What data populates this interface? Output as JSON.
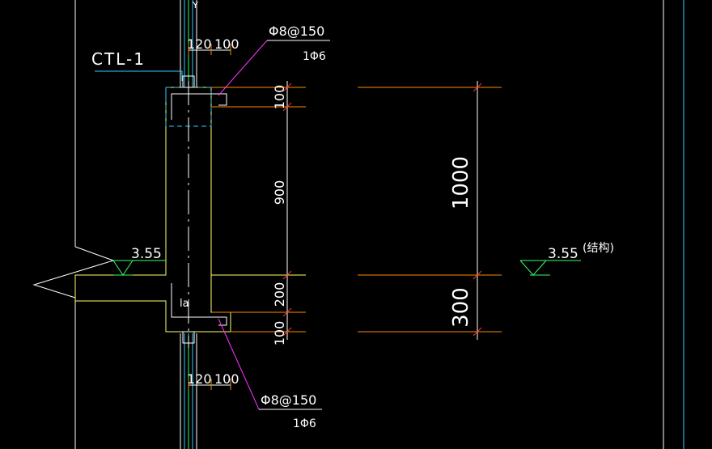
{
  "drawing": {
    "member_label": "CTL-1",
    "cover_top": {
      "a": "120",
      "b": "100"
    },
    "cover_bottom": {
      "a": "120",
      "b": "100"
    },
    "rebar_top": {
      "main": "Φ8@150",
      "secondary": "1Φ6"
    },
    "rebar_bottom": {
      "main": "Φ8@150",
      "secondary": "1Φ6"
    },
    "anchor_label": "la",
    "dims_left": [
      "100",
      "900",
      "200",
      "100"
    ],
    "dims_right": [
      "1000",
      "300"
    ],
    "level_left": "3.55",
    "level_right": "3.55",
    "level_right_note": "(结构)",
    "axis_mark": "Y"
  },
  "colors": {
    "background": "#000000",
    "yellow": "#ffff66",
    "white": "#ffffff",
    "cyan": "#33ccff",
    "green": "#33ff66",
    "magenta": "#ff33ff",
    "orange": "#ff8800",
    "red": "#ff3333"
  }
}
